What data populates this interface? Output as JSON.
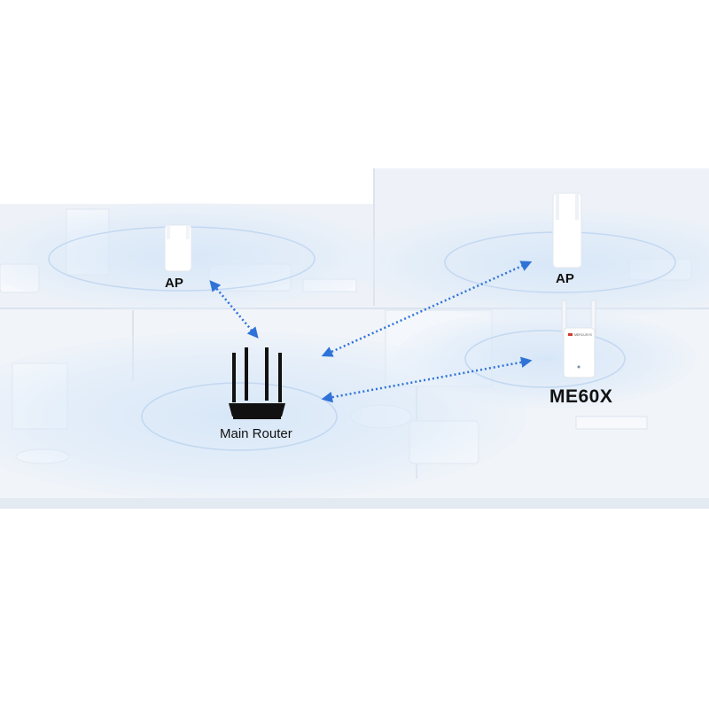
{
  "labels": {
    "ap_left": "AP",
    "ap_right": "AP",
    "main_router": "Main Router",
    "extender": "ME60X",
    "extender_brand": "MERCUSYS"
  },
  "colors": {
    "background": "#ffffff",
    "house": "#eef2f8",
    "house_line": "#dbe3ee",
    "signal": "#b9d2ef",
    "link": "#2f73d8",
    "router": "#111111",
    "device_white": "#ffffff",
    "brand_red": "#d23a2a"
  },
  "icons": [
    "wifi-signal-coverage",
    "ap-device-icon",
    "router-icon",
    "range-extender-icon",
    "bidirectional-link-arrow"
  ]
}
